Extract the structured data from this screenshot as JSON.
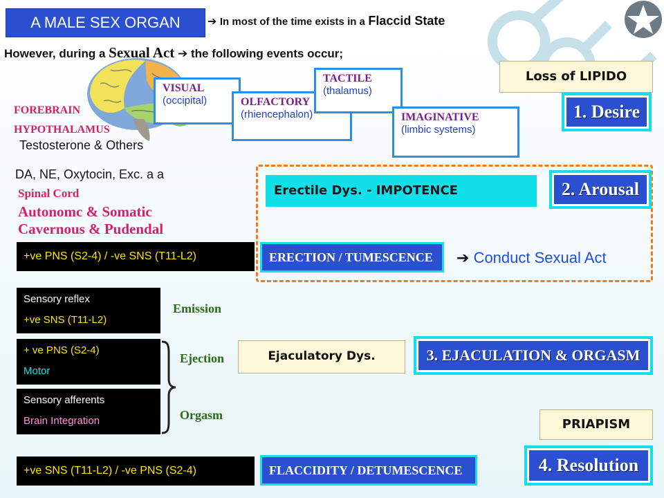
{
  "header": {
    "title": "A MALE SEX ORGAN",
    "intro_arrow": "➔",
    "intro_text": "In most of the time exists in a",
    "intro_emph": "Flaccid State",
    "line2_a": "However, during a",
    "line2_b": "Sexual Act",
    "line2_arrow": "➔",
    "line2_c": "the following events occur;"
  },
  "left": {
    "forebrain": "FOREBRAIN",
    "hypothalamus": "HYPOTHALAMUS",
    "testosterone": "Testosterone & Others",
    "neuro": "DA, NE,  Oxytocin, Exc. a a",
    "spinal_cord": "Spinal Cord",
    "autonomic": "Autonomc & Somatic",
    "cavernous": "Cavernous & Pudendal"
  },
  "senses": {
    "visual": {
      "h": "VISUAL",
      "s": "(occipital)"
    },
    "olfactory": {
      "h": "OLFACTORY",
      "s": "(rhiencephalon)"
    },
    "tactile": {
      "h": "TACTILE",
      "s": "(thalamus)"
    },
    "imaginative": {
      "h": "IMAGINATIVE",
      "s": "(limbic systems)"
    }
  },
  "dysfunctions": {
    "lipido": "Loss of LIPIDO",
    "erectile": "Erectile Dys. - IMPOTENCE",
    "ejaculatory": "Ejaculatory Dys.",
    "priapism": "PRIAPISM"
  },
  "stages": {
    "desire": "1. Desire",
    "arousal": "2. Arousal",
    "ejaculation": "3. EJACULATION & ORGASM",
    "resolution": "4. Resolution"
  },
  "erection": {
    "pns": "+ve PNS (S2-4) / -ve SNS (T11-L2)",
    "label": "ERECTION / TUMESCENCE",
    "arrow": "➔",
    "conduct": "Conduct Sexual Act"
  },
  "ejac": {
    "b1_l1": "Sensory reflex",
    "b1_l2": "+ve SNS (T11-L2)",
    "b2_l1": "+ ve PNS (S2-4)",
    "b2_l2": "Motor",
    "b3_l1": "Sensory afferents",
    "b3_l2": "Brain Integration",
    "emission": "Emission",
    "ejection": "Ejection",
    "orgasm": "Orgasm"
  },
  "flaccid": {
    "pns": "+ve SNS (T11-L2) / -ve PNS (S2-4)",
    "label": "FLACCIDITY / DETUMESCENCE"
  },
  "colors": {
    "title_bg": "#2a4fd0",
    "cyan": "#18dde6",
    "orange": "#f07a1e",
    "magenta": "#d0216a"
  }
}
